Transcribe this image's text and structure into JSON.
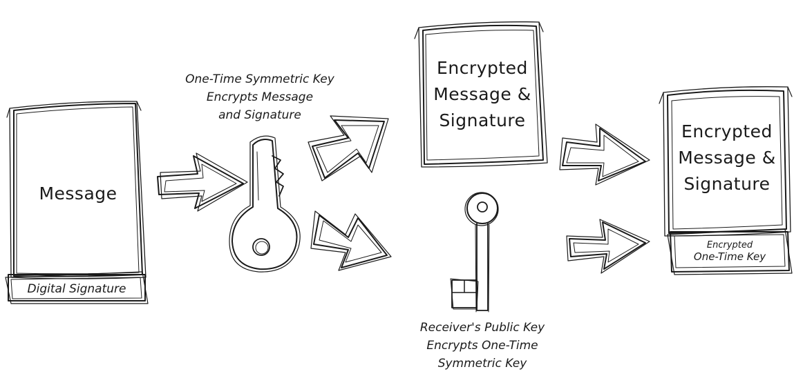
{
  "labels": {
    "message_doc": "Message",
    "digital_signature": "Digital Signature",
    "symmetric_key_caption": [
      "One-Time Symmetric Key",
      "Encrypts Message",
      "and Signature"
    ],
    "encrypted_doc_middle": [
      "Encrypted",
      "Message &",
      "Signature"
    ],
    "public_key_caption": [
      "Receiver's Public Key",
      "Encrypts One-Time",
      "Symmetric Key"
    ],
    "encrypted_doc_final": [
      "Encrypted",
      "Message &",
      "Signature"
    ],
    "encrypted_key_tab": [
      "Encrypted",
      "One-Time Key"
    ]
  },
  "icons": [
    "message-document-icon",
    "symmetric-key-icon",
    "public-key-icon",
    "arrow-icon"
  ],
  "colors": {
    "ink": "#1a1a1a",
    "background": "#ffffff"
  }
}
